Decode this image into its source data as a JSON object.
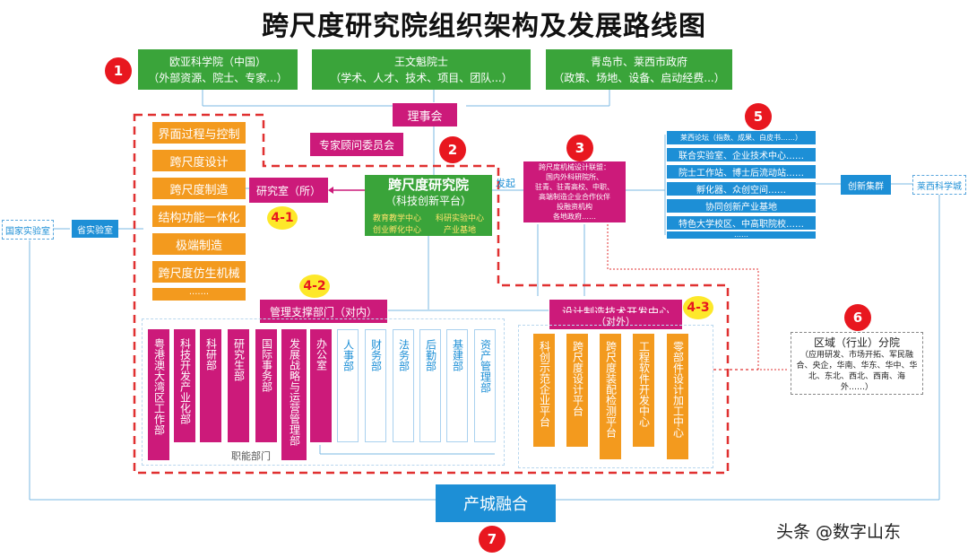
{
  "title": "跨尺度研究院组织架构及发展路线图",
  "top_sources": [
    {
      "line1": "欧亚科学院（中国）",
      "line2": "（外部资源、院士、专家...）"
    },
    {
      "line1": "王文魁院士",
      "line2": "（学术、人才、技术、项目、团队...）"
    },
    {
      "line1": "青岛市、莱西市政府",
      "line2": "（政策、场地、设备、启动经费...）"
    }
  ],
  "badges": [
    "1",
    "2",
    "3",
    "5",
    "6",
    "7"
  ],
  "sub_badges": [
    "4-1",
    "4-2",
    "4-3"
  ],
  "council": "理事会",
  "expert_committee": "专家顾问委员会",
  "institute": {
    "name": "跨尺度研究院",
    "sub": "（科技创新平台）"
  },
  "institute_centers": [
    "教育教学中心",
    "科研实验中心",
    "创业孵化中心",
    "产业基地"
  ],
  "labs_label": "研究室（所）",
  "labs": [
    "界面过程与控制",
    "跨尺度设计",
    "跨尺度制造",
    "结构功能一体化",
    "极端制造",
    "跨尺度仿生机械",
    "·······"
  ],
  "prov_lab": "省实验室",
  "national_lab": "国家实验室",
  "initiate": "发起",
  "alliance": {
    "text": "跨尺度机械设计联盟：\n国内外科研院所、\n驻青、驻青高校、中职、\n高端制造企业合作伙伴\n投融资机构\n各地政府……"
  },
  "right_list": [
    "莱西论坛（指数、成果、白皮书……）",
    "联合实验室、企业技术中心……",
    "院士工作站、博士后流动站……",
    "孵化器、众创空间……",
    "协同创新产业基地",
    "特色大学校区、中高职院校……",
    "……"
  ],
  "innovation_cluster": "创新集群",
  "laixi_city": "莱西科学城",
  "mgmt": {
    "title": "管理支撑部门（对内）",
    "depts": [
      "粤港澳大湾区工作部",
      "科技开发产业化部",
      "科研部",
      "研究生部",
      "国际事务部",
      "发展战略与运营管理部",
      "办公室"
    ],
    "functional": [
      "人事部",
      "财务部",
      "法务部",
      "后勤部",
      "基建部",
      "资产管理部"
    ],
    "functional_label": "职能部门"
  },
  "design_center": {
    "title": "设计制造技术开发中心",
    "sub": "（对外）",
    "platforms": [
      "科创示范企业平台",
      "跨尺度设计平台",
      "跨尺度装配检测平台",
      "工程软件开发中心",
      "零部件设计加工中心"
    ]
  },
  "region": {
    "title": "区域（行业）分院",
    "text": "（应用研发、市场开拓、军民融合、央企，华南、华东、华中、华北、东北、西北、西南、海外……）"
  },
  "integration": "产城融合",
  "watermark": "头条 @数字山东",
  "colors": {
    "green": "#3aa43a",
    "magenta": "#cc1a7a",
    "orange": "#f39a1e",
    "blue": "#1d8fd6",
    "red": "#e03030"
  }
}
